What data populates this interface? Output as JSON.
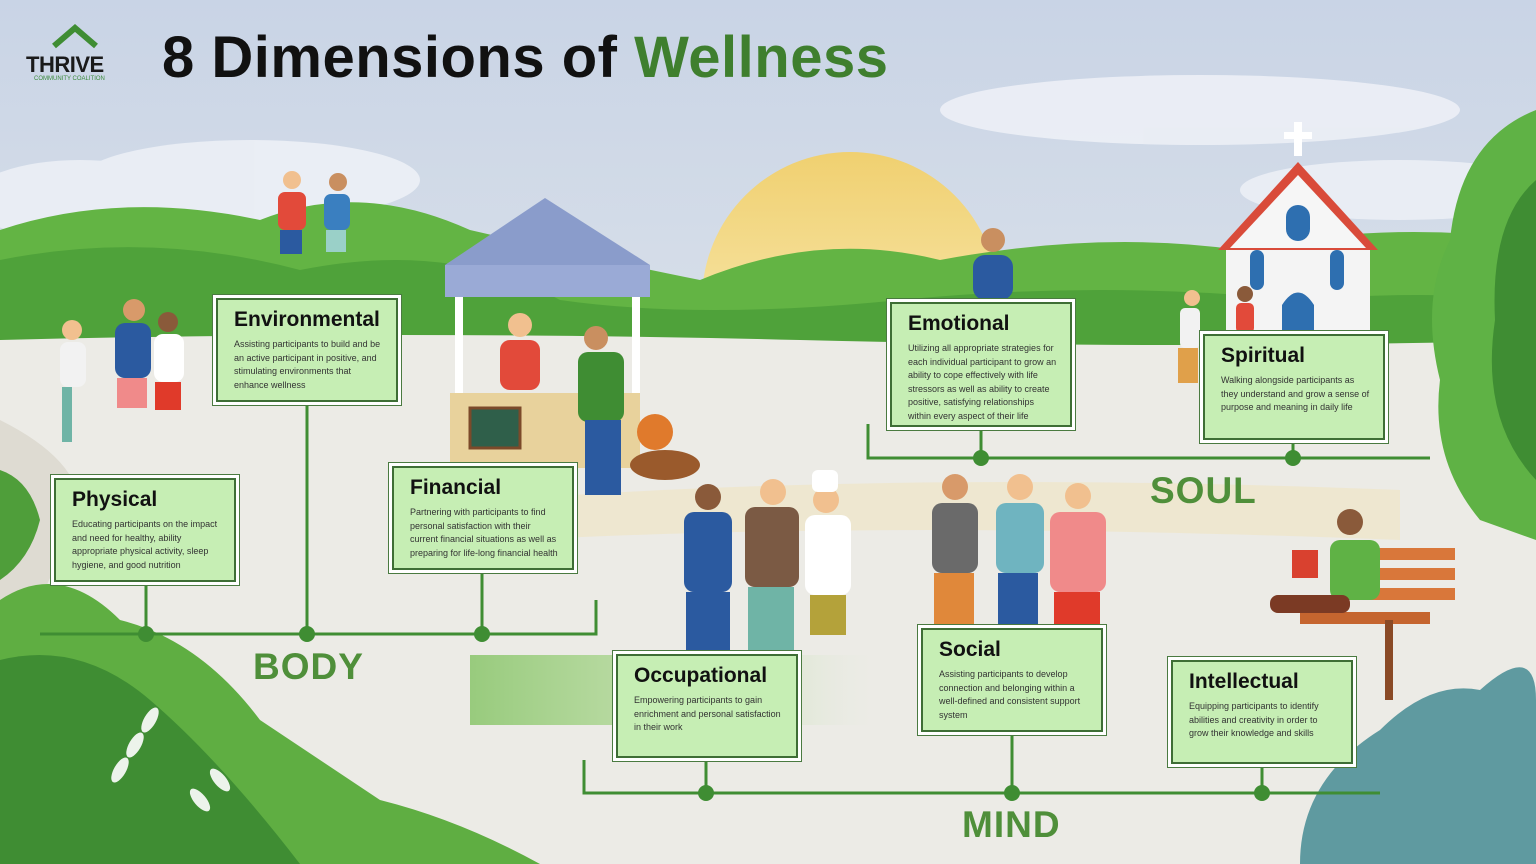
{
  "logo": {
    "word": "THRIVE",
    "subtitle": "COMMUNITY COALITION"
  },
  "title": {
    "main": "8 Dimensions of",
    "accent": "Wellness"
  },
  "colors": {
    "accent_green": "#3f7f2e",
    "card_fill": "#c6eeb4",
    "card_border": "#3e6e35",
    "label_green": "#4f8f3a"
  },
  "groups": {
    "body": "BODY",
    "mind": "MIND",
    "soul": "SOUL"
  },
  "dimensions": {
    "physical": {
      "title": "Physical",
      "text": "Educating participants on the impact and need for healthy, ability appropriate physical activity, sleep hygiene, and good nutrition"
    },
    "environmental": {
      "title": "Environmental",
      "text": "Assisting participants to build and be an active participant in positive, and stimulating environments that enhance wellness"
    },
    "financial": {
      "title": "Financial",
      "text": "Partnering with participants to find personal satisfaction with their current financial situations as well as preparing for life-long financial health"
    },
    "emotional": {
      "title": "Emotional",
      "text": "Utilizing all appropriate strategies for each individual participant to grow an ability to cope effectively with life stressors as well as ability to create positive, satisfying relationships within every aspect of their life"
    },
    "spiritual": {
      "title": "Spiritual",
      "text": "Walking alongside participants as they understand and grow a sense of purpose and meaning in daily life"
    },
    "occupational": {
      "title": "Occupational",
      "text": "Empowering participants to gain enrichment and personal satisfaction in their work"
    },
    "social": {
      "title": "Social",
      "text": "Assisting participants to develop connection and belonging within a well-defined and consistent support system"
    },
    "intellectual": {
      "title": "Intellectual",
      "text": "Equipping participants to identify abilities and creativity in order to grow their knowledge and skills"
    }
  },
  "illustration_icons": [
    "sun-icon",
    "church-icon",
    "market-stall-icon",
    "bench-icon",
    "tree-icon",
    "people-icon"
  ]
}
